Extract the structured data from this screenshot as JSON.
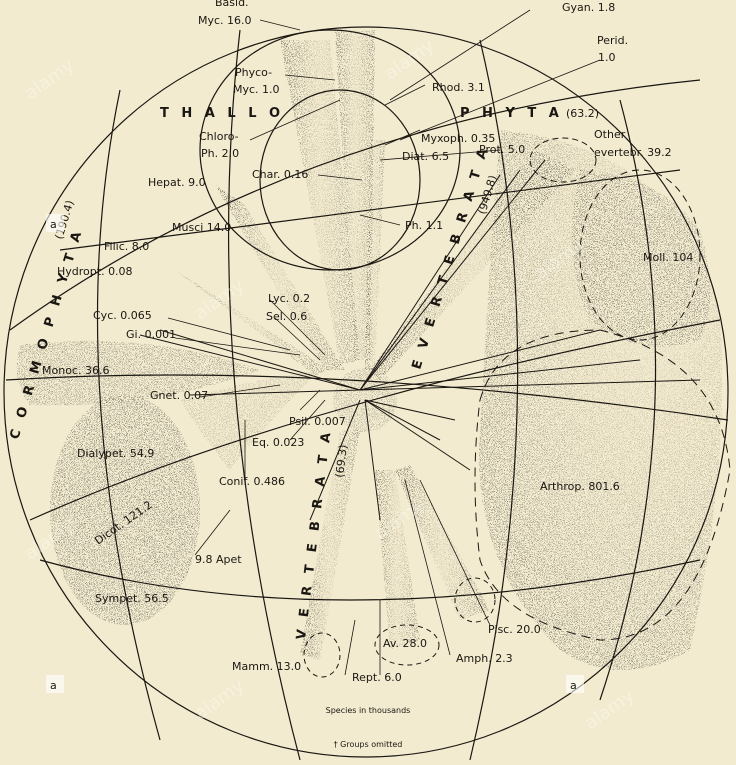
{
  "colors": {
    "paper": "#f3ebcf",
    "ink": "#1a1712",
    "shade": "#6f6a5e"
  },
  "groups": {
    "thallophyta": {
      "l1": "T H A L L O",
      "l2": "P H Y T A",
      "count": "(63.2)"
    },
    "cormophyta": {
      "name": "C O R M O P H Y T A",
      "count": "(190.4)"
    },
    "evertebrata": {
      "name": "E V E R T E B R A T A",
      "count": "(949.8)"
    },
    "vertebrata": {
      "name": "V E R T E B R A T A",
      "count": "(69.3)"
    }
  },
  "labels": {
    "basid": "Basid.",
    "basid_myc": "Myc. 16.0",
    "gyan": "Gyan. 1.8",
    "perid": "Perid.",
    "perid_val": "1.0",
    "phyco": "Phyco-",
    "phyco_myc": "Myc. 1.0",
    "rhod": "Rhod. 3.1",
    "chloro": "Chloro-",
    "chloro_ph": "Ph. 2.0",
    "myxoph": "Myxoph. 0.35",
    "diat": "Diat. 6.5",
    "prot": "Prot. 5.0",
    "other": "Other",
    "other_evertebr": "evertebr. 39.2",
    "hepat": "Hepat. 9.0",
    "char": "Char. 0.16",
    "musci": "Musci 14.0",
    "ph": "Ph. 1.1",
    "filic": "Filic. 8.0",
    "hydropt": "Hydropt. 0.08",
    "moll": "Moll. 104",
    "lyc": "Lyc. 0.2",
    "sel": "Sel. 0.6",
    "cyc": "Cyc. 0.065",
    "gi": "Gi. 0.001",
    "monoc": "Monoc. 36.6",
    "gnet": "Gnet. 0.07",
    "psil": "Psil. 0.007",
    "eq": "Eq. 0.023",
    "dialypet": "Dialypet. 54.9",
    "conif": "Conif. 0.486",
    "arthrop": "Arthrop. 801.6",
    "dicot": "Dicot. 121.2",
    "apet": "9.8 Apet",
    "sympet": "Sympet. 56.5",
    "pisc": "Pisc. 20.0",
    "av": "Av. 28.0",
    "amph": "Amph. 2.3",
    "mamm": "Mamm. 13.0",
    "rept": "Rept. 6.0"
  },
  "footer": {
    "units": "Species in thousands",
    "note": "† Groups omitted"
  },
  "watermark": {
    "text": "alamy",
    "badge": "a"
  }
}
